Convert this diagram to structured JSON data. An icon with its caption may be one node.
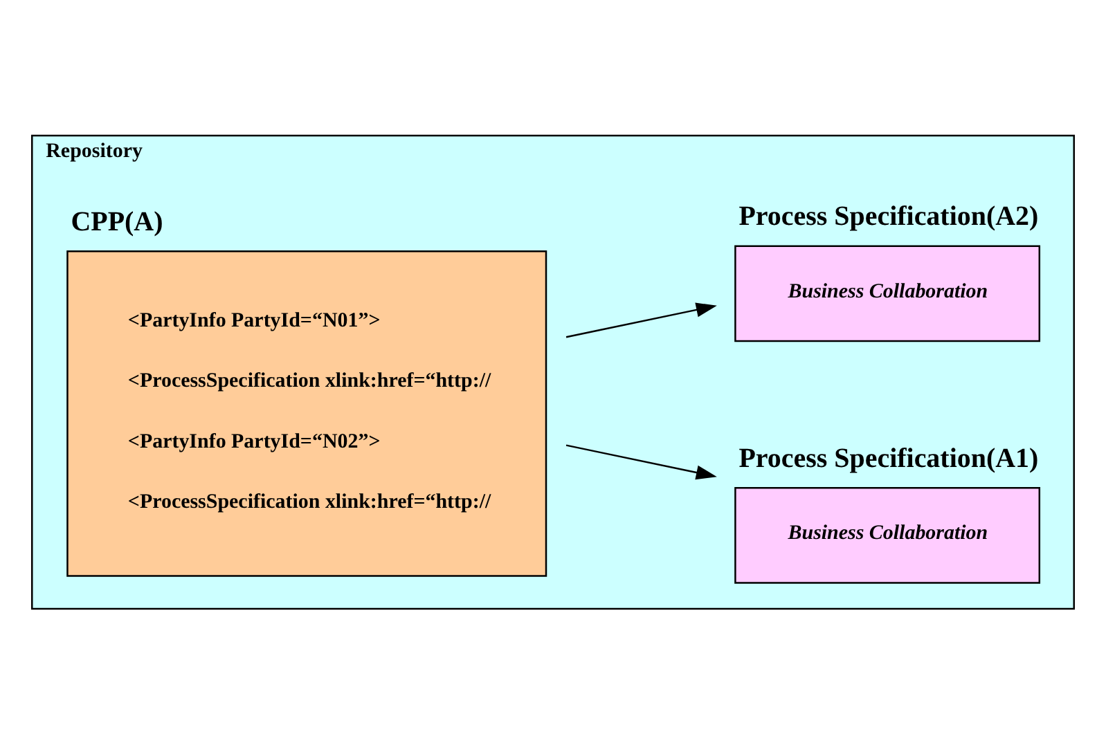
{
  "diagram": {
    "nodes": [
      {
        "text": [
          "Repository"
        ]
      },
      {
        "text": [
          "CPP(A)",
          "<PartyInfo PartyId=“N01”>",
          "<ProcessSpecification xlink:href=“http://",
          "<PartyInfo PartyId=“N02”>",
          "<ProcessSpecification xlink:href=“http://"
        ],
        "in": 0
      },
      {
        "text": [
          "Process Specification(A1)",
          "Business Collaboration"
        ],
        "in": 0
      },
      {
        "text": [
          "Process Specification(A2)",
          "Business Collaboration"
        ],
        "in": 0
      }
    ],
    "edges": [
      {
        "from": 1,
        "to": 2,
        "arrow": "to"
      },
      {
        "from": 1,
        "to": 3,
        "arrow": "to"
      }
    ]
  }
}
